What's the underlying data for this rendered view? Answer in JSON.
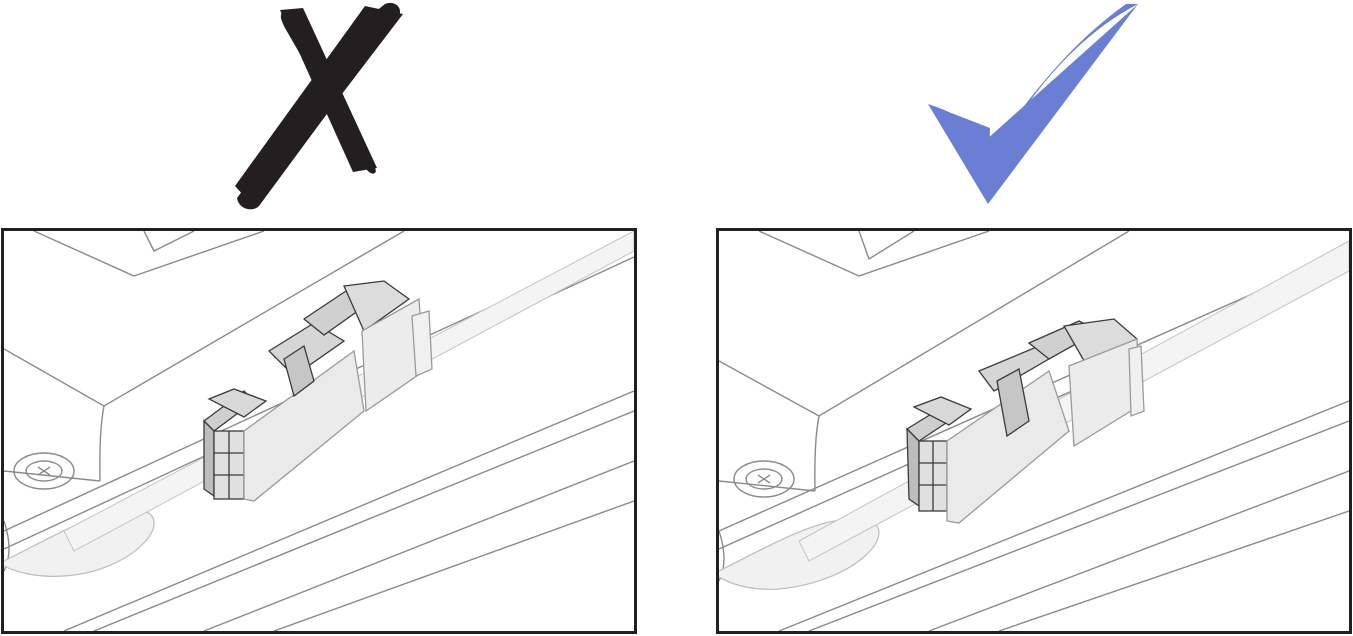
{
  "figure": {
    "panels": [
      {
        "id": "incorrect",
        "verdict": "incorrect",
        "mark_icon": "cross-mark-icon",
        "connector_state": "partially-inserted"
      },
      {
        "id": "correct",
        "verdict": "correct",
        "mark_icon": "check-mark-icon",
        "connector_state": "fully-inserted"
      }
    ]
  },
  "colors": {
    "cross_mark": "#231f20",
    "check_mark": "#6a7fd3",
    "frame": "#231f20",
    "line_art": "#8a8a8a",
    "cable_fill": "#f1f1f1",
    "connector_fill": "#e6e6e6"
  }
}
